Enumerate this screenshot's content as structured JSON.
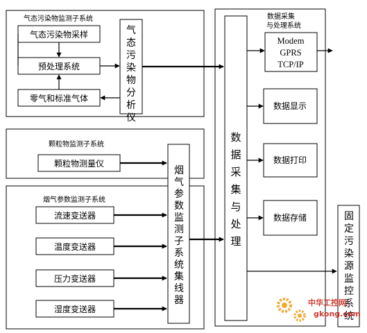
{
  "gas_subsystem": {
    "title": "气态污染物监测子系统",
    "sampling": "气态污染物采样",
    "preprocess": "预处理系统",
    "zero_gas": "零气和标准气体",
    "analyzer": "气态污染物分析仪"
  },
  "particle_subsystem": {
    "title": "颗粒物监测子系统",
    "meter": "颗粒物测量仪"
  },
  "flue_subsystem": {
    "title": "烟气参数监测子系统",
    "sensors": [
      "流速变送器",
      "温度变送器",
      "压力变送器",
      "湿度变送器"
    ],
    "hub": "烟气参数监测子系统集线器"
  },
  "daq_system": {
    "title_line1": "数据采集",
    "title_line2": "与处理系统",
    "core": "数据采集与处理",
    "modem_lines": [
      "Modem",
      "GPRS",
      "TCP/IP"
    ],
    "display": "数据显示",
    "print": "数据打印",
    "storage": "数据存储"
  },
  "remote": "固定污染源监控系统",
  "watermark": {
    "cn": "中华工控网",
    "url": "gkong.com",
    "colors": {
      "text": "#c8281e",
      "gear": "#f0a020"
    }
  }
}
